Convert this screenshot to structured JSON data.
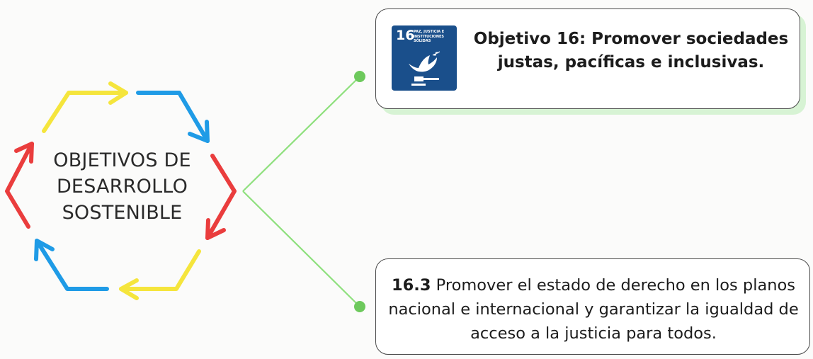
{
  "hub": {
    "line1": "OBJETIVOS DE",
    "line2": "DESARROLLO",
    "line3": "SOSTENIBLE"
  },
  "arrow_colors": {
    "yellow": "#f5e53c",
    "blue": "#1f9be6",
    "red": "#ea3d3d"
  },
  "connector_color": "#8fe07e",
  "sdg_badge": {
    "number": "16",
    "name": "PAZ, JUSTICIA E INSTITUCIONES SÓLIDAS",
    "color": "#1a4f8b",
    "icon": "dove-gavel-icon"
  },
  "objective": {
    "text": "Objetivo 16: Promover sociedades justas, pacíficas e inclusivas."
  },
  "target": {
    "code": "16.3",
    "text": " Promover el estado de derecho en los planos nacional e internacional y garantizar la igualdad de acceso a la justicia para todos."
  }
}
